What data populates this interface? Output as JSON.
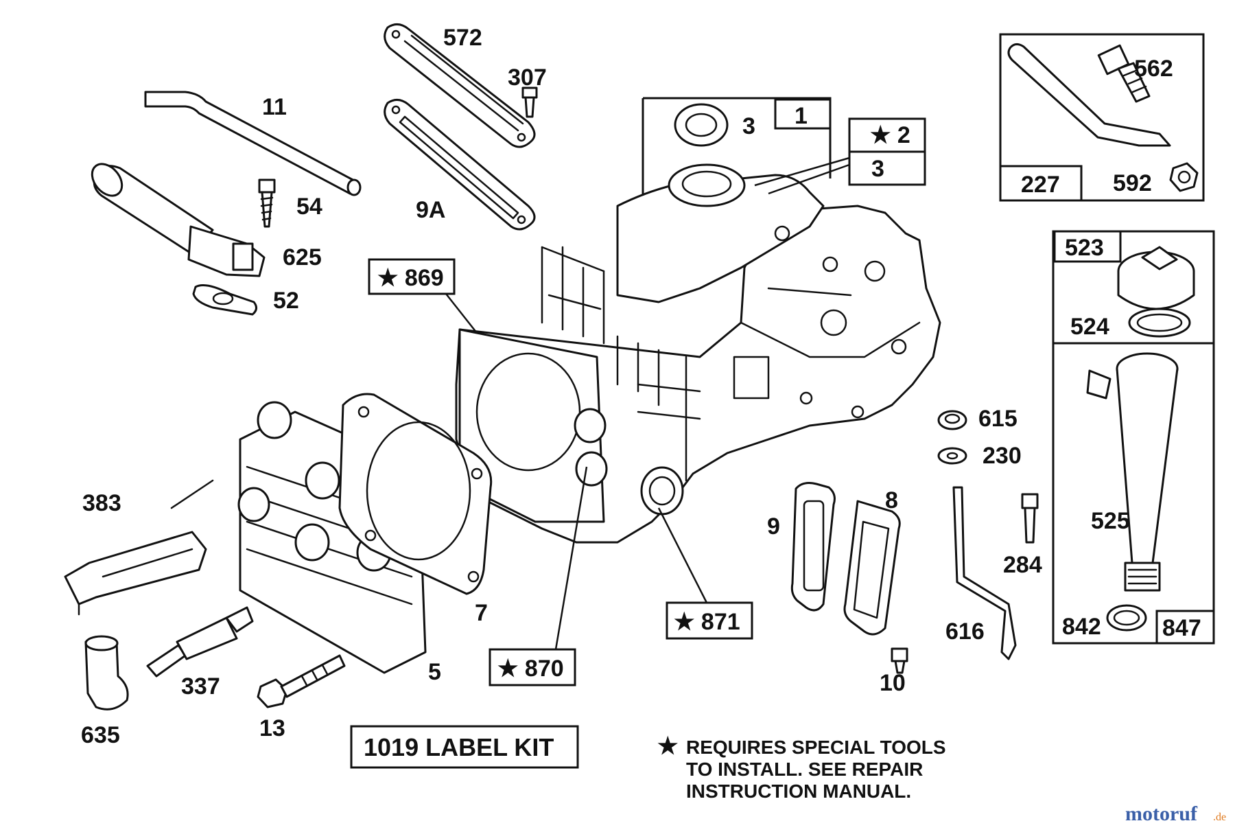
{
  "labels": {
    "p11": "11",
    "p54": "54",
    "p625": "625",
    "p52": "52",
    "p572": "572",
    "p307": "307",
    "p9a": "9A",
    "p3a": "3",
    "p1": "1",
    "p2": "★ 2",
    "p3b": "3",
    "p562": "562",
    "p227": "227",
    "p592": "592",
    "p523": "523",
    "p524": "524",
    "p525": "525",
    "p842": "842",
    "p847": "847",
    "p869": "★ 869",
    "p871": "★ 871",
    "p870": "★ 870",
    "p615": "615",
    "p230": "230",
    "p284": "284",
    "p616": "616",
    "p9": "9",
    "p8": "8",
    "p10": "10",
    "p383": "383",
    "p7": "7",
    "p5": "5",
    "p337": "337",
    "p635": "635",
    "p13": "13"
  },
  "label_kit": "1019 LABEL KIT",
  "note": {
    "star": "★",
    "line1": "REQUIRES SPECIAL TOOLS",
    "line2": "TO INSTALL.  SEE REPAIR",
    "line3": "INSTRUCTION MANUAL."
  },
  "watermark": {
    "brand": "motoruf",
    "tld": ".de"
  },
  "colors": {
    "ink": "#111111",
    "background": "#ffffff",
    "watermark_blue": "#3a5fa8",
    "watermark_orange": "#e07a1f"
  }
}
